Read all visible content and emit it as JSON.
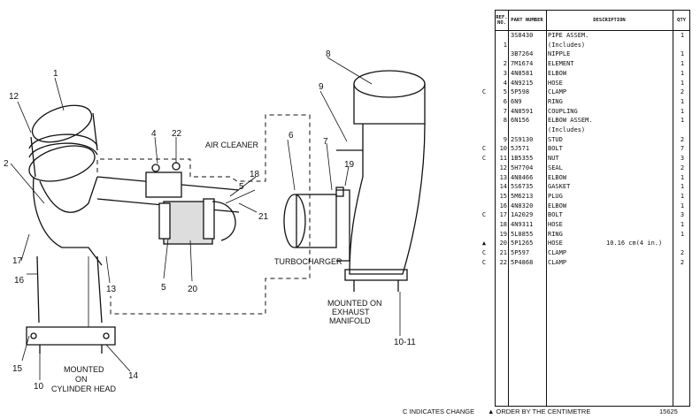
{
  "diagram": {
    "labels": {
      "air_cleaner": "AIR CLEANER",
      "turbocharger": "TURBOCHARGER",
      "mounted_exhaust_1": "MOUNTED ON",
      "mounted_exhaust_2": "EXHAUST",
      "mounted_exhaust_3": "MANIFOLD",
      "mounted_head_1": "MOUNTED",
      "mounted_head_2": "ON",
      "mounted_head_3": "CYLINDER HEAD"
    },
    "callouts": {
      "c1": "1",
      "c2": "2",
      "c4": "4",
      "c5a": "5",
      "c5b": "5",
      "c6": "6",
      "c7": "7",
      "c8": "8",
      "c9": "9",
      "c10": "10",
      "c1011": "10-11",
      "c12": "12",
      "c13": "13",
      "c14": "14",
      "c15": "15",
      "c16": "16",
      "c17": "17",
      "c18": "18",
      "c19": "19",
      "c20": "20",
      "c21": "21",
      "c22": "22"
    }
  },
  "table": {
    "headers": {
      "ref": "REF. NO.",
      "part": "PART NUMBER",
      "desc": "DESCRIPTION",
      "qty": "QTY"
    },
    "rows": [
      {
        "mark": "",
        "ref": "",
        "part": "3S8430",
        "desc": "PIPE ASSEM.",
        "qty": "1"
      },
      {
        "mark": "",
        "ref": "1",
        "part": "",
        "desc": "(Includes)",
        "qty": ""
      },
      {
        "mark": "",
        "ref": "",
        "part": "3B7264",
        "desc": "NIPPLE",
        "qty": "1"
      },
      {
        "mark": "",
        "ref": "2",
        "part": "7M1674",
        "desc": "ELEMENT",
        "qty": "1"
      },
      {
        "mark": "",
        "ref": "3",
        "part": "4N8581",
        "desc": "ELBOW",
        "qty": "1"
      },
      {
        "mark": "",
        "ref": "4",
        "part": "4N9215",
        "desc": "HOSE",
        "qty": "1"
      },
      {
        "mark": "C",
        "ref": "5",
        "part": "5P598",
        "desc": "CLAMP",
        "qty": "2"
      },
      {
        "mark": "",
        "ref": "6",
        "part": "6N9",
        "desc": "RING",
        "qty": "1"
      },
      {
        "mark": "",
        "ref": "7",
        "part": "4N8591",
        "desc": "COUPLING",
        "qty": "1"
      },
      {
        "mark": "",
        "ref": "8",
        "part": "6N156",
        "desc": "ELBOW ASSEM.",
        "qty": "1"
      },
      {
        "mark": "",
        "ref": "",
        "part": "",
        "desc": "(Includes)",
        "qty": ""
      },
      {
        "mark": "",
        "ref": "9",
        "part": "2S9130",
        "desc": "STUD",
        "qty": "2"
      },
      {
        "mark": "C",
        "ref": "10",
        "part": "5J571",
        "desc": "BOLT",
        "qty": "7"
      },
      {
        "mark": "C",
        "ref": "11",
        "part": "1B5355",
        "desc": "NUT",
        "qty": "3"
      },
      {
        "mark": "",
        "ref": "12",
        "part": "5H7704",
        "desc": "SEAL",
        "qty": "2"
      },
      {
        "mark": "",
        "ref": "13",
        "part": "4N8466",
        "desc": "ELBOW",
        "qty": "1"
      },
      {
        "mark": "",
        "ref": "14",
        "part": "5S6735",
        "desc": "GASKET",
        "qty": "1"
      },
      {
        "mark": "",
        "ref": "15",
        "part": "5M6213",
        "desc": "PLUG",
        "qty": "1"
      },
      {
        "mark": "",
        "ref": "16",
        "part": "4N8320",
        "desc": "ELBOW",
        "qty": "1"
      },
      {
        "mark": "C",
        "ref": "17",
        "part": "1A2029",
        "desc": "BOLT",
        "qty": "3"
      },
      {
        "mark": "",
        "ref": "18",
        "part": "4N9311",
        "desc": "HOSE",
        "qty": "1"
      },
      {
        "mark": "",
        "ref": "19",
        "part": "5L8855",
        "desc": "RING",
        "qty": "1"
      },
      {
        "mark": "▲",
        "ref": "20",
        "part": "5P1265",
        "desc": "HOSE",
        "note": "10.16 cm(4 in.)",
        "qty": ""
      },
      {
        "mark": "C",
        "ref": "21",
        "part": "5P597",
        "desc": "CLAMP",
        "qty": "2"
      },
      {
        "mark": "C",
        "ref": "22",
        "part": "5P4868",
        "desc": "CLAMP",
        "qty": "2"
      }
    ]
  },
  "footer": {
    "change": "C INDICATES CHANGE",
    "order": "▲ ORDER BY THE CENTIMETRE",
    "page": "15625"
  }
}
